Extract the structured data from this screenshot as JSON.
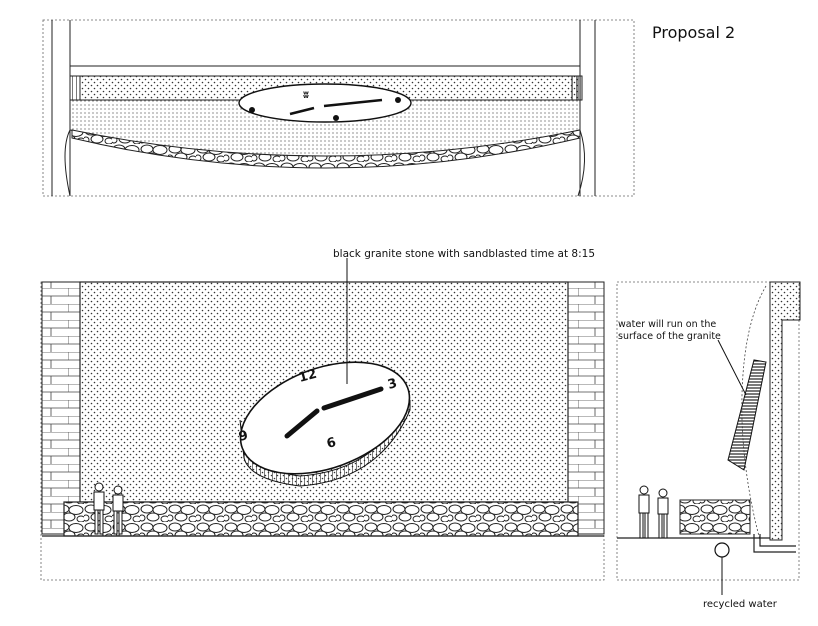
{
  "sheet": {
    "title": "Proposal 2",
    "clock_numerals": {
      "twelve": "12",
      "three": "3",
      "six": "6",
      "nine": "9"
    }
  },
  "annotations": {
    "stone_label": "black granite stone with sandblasted time at 8:15",
    "water_label_line1": "water will run on the",
    "water_label_line2": "surface of the granite",
    "recycled_label": "recycled water"
  }
}
